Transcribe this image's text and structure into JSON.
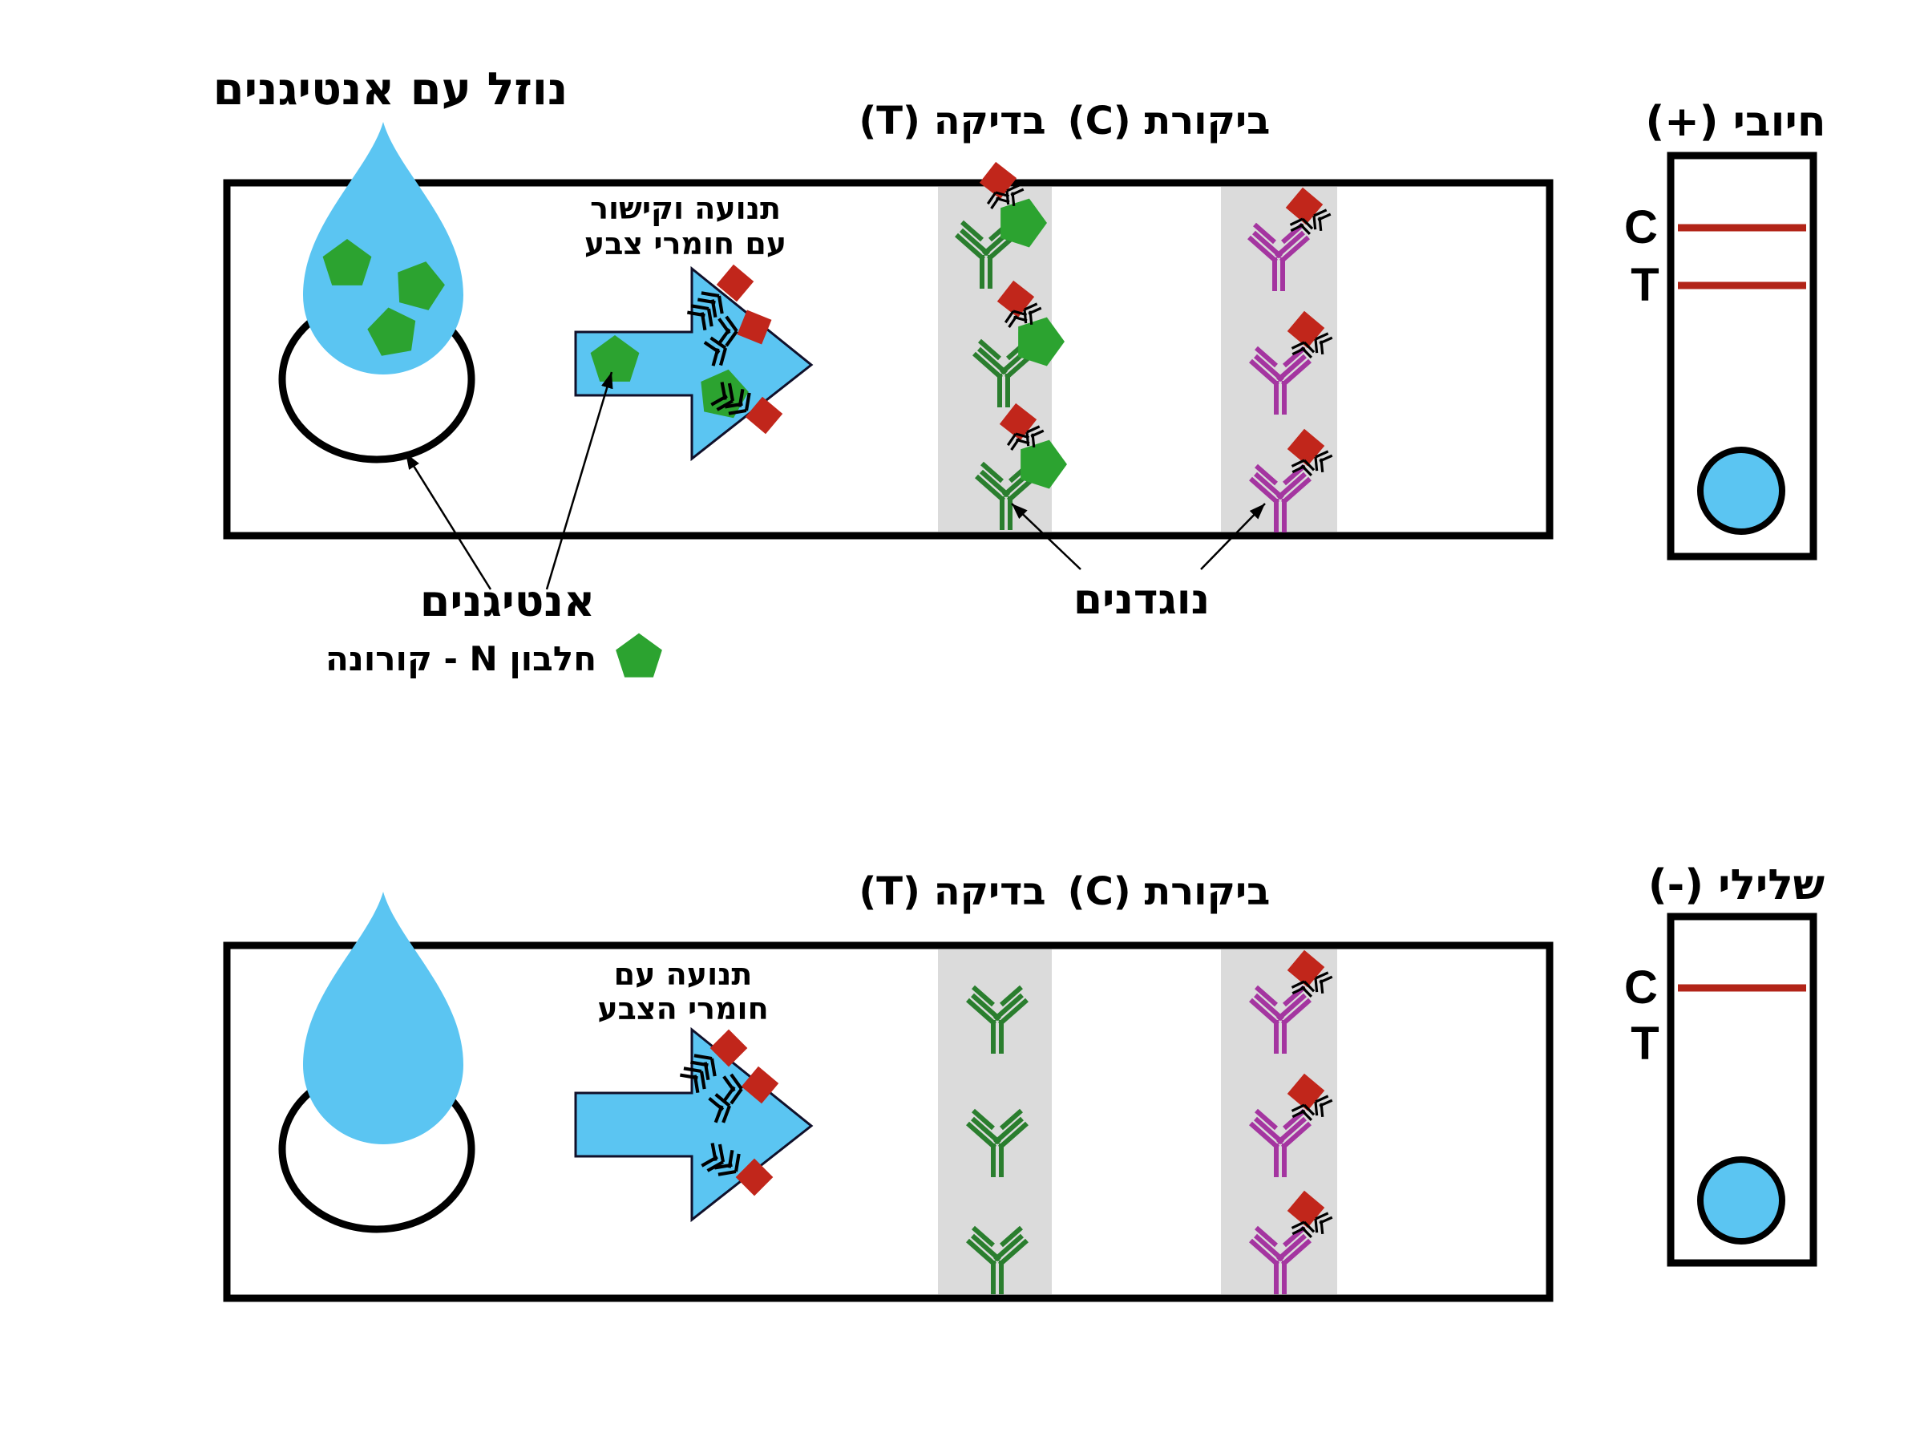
{
  "colors": {
    "blue": "#5BC5F2",
    "green": "#2CA330",
    "antibody_green": "#2A7E2E",
    "purple": "#A435A0",
    "red": "#C1261B",
    "line_red": "#B22418",
    "band_gray": "#DBDBDB"
  },
  "top_panel": {
    "title": "נוזל עם אנטיגנים",
    "arrow_caption_line1": "תנועה וקישור",
    "arrow_caption_line2": "עם חומרי צבע",
    "test_header": "בדיקה (T)",
    "control_header": "ביקורת (C)",
    "antigens_label": "אנטיגנים",
    "antigen_legend": "חלבון N - קורונה",
    "antibodies_label": "נוגדנים"
  },
  "bottom_panel": {
    "arrow_caption_line1": "תנועה עם",
    "arrow_caption_line2": "חומרי הצבע",
    "test_header": "בדיקה (T)",
    "control_header": "ביקורת (C)"
  },
  "positive_result": {
    "title": "חיובי (+)",
    "c_label": "C",
    "t_label": "T"
  },
  "negative_result": {
    "title": "שלילי (-)",
    "c_label": "C",
    "t_label": "T"
  },
  "icons": {
    "sample-drop-icon": "teardrop shape",
    "antigen-icon": "green pentagon",
    "dye-particle-icon": "red rotated square",
    "antibody-icon": "double-line Y shape",
    "flow-arrow-icon": "thick right-pointing arrow",
    "sample-well-icon": "circle outline",
    "result-dot-icon": "blue filled circle"
  }
}
